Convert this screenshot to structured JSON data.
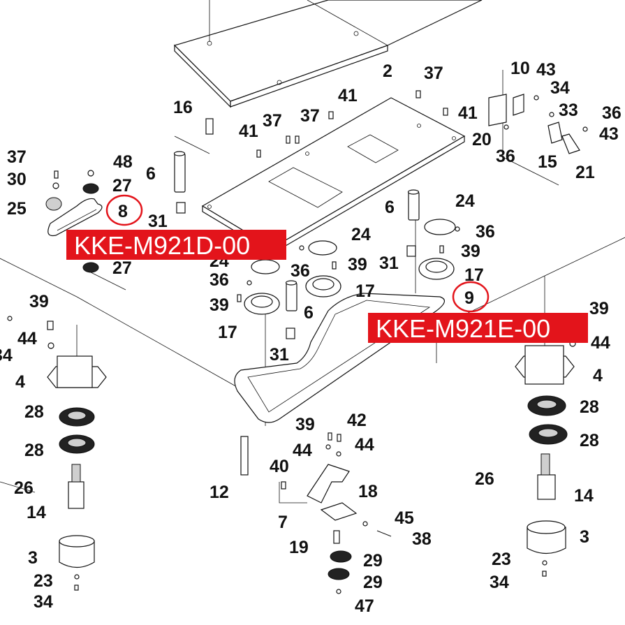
{
  "part_numbers": {
    "p2": "2",
    "p3": "3",
    "p4": "4",
    "p6": "6",
    "p7": "7",
    "p8": "8",
    "p9": "9",
    "p10": "10",
    "p12": "12",
    "p14": "14",
    "p15": "15",
    "p16": "16",
    "p17": "17",
    "p18": "18",
    "p19": "19",
    "p20": "20",
    "p21": "21",
    "p23": "23",
    "p24": "24",
    "p25": "25",
    "p26": "26",
    "p27": "27",
    "p28": "28",
    "p29": "29",
    "p30": "30",
    "p31": "31",
    "p33": "33",
    "p34": "34",
    "p36": "36",
    "p37": "37",
    "p38": "38",
    "p39": "39",
    "p40": "40",
    "p41": "41",
    "p42": "42",
    "p43": "43",
    "p44": "44",
    "p45": "45",
    "p47": "47",
    "p48": "48"
  },
  "callouts": {
    "belt_small": {
      "code": "KKE-M921D-00",
      "item": "8"
    },
    "belt_large": {
      "code": "KKE-M921E-00",
      "item": "9"
    }
  },
  "colors": {
    "callout_bg": "#e3141b",
    "circle": "#e3141b",
    "ink": "#111111"
  }
}
